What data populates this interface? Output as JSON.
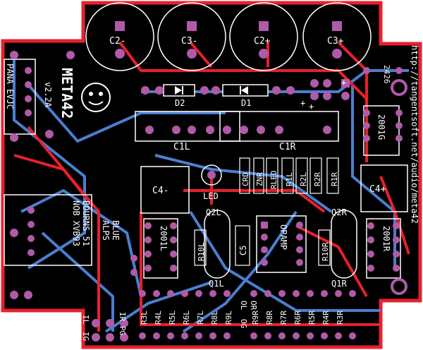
{
  "board": {
    "title": "META42",
    "version": "v2.2A",
    "url": "http://tangentsoft.net/audio/meta42",
    "colors": {
      "background": "#000000",
      "board_edge": "#e8202c",
      "top_trace": "#e8202c",
      "bottom_trace": "#4a7fd0",
      "pad": "#b05aa8",
      "silk": "#ffffff"
    }
  },
  "capacitors": {
    "c2_minus": "C2-",
    "c3_minus": "C3-",
    "c2_plus": "C2+",
    "c3_plus": "C3+"
  },
  "diodes": {
    "d1": "D1",
    "d2": "D2"
  },
  "cap_labels": {
    "c1l": "C1L",
    "c1r": "C1R",
    "c4_minus": "C4-",
    "c4_plus": "C4+",
    "c5": "C5"
  },
  "led": "LED",
  "resistors_top": [
    "CRD",
    "ZNR",
    "RLED",
    "R1L",
    "R2L",
    "R2R",
    "R1R"
  ],
  "transistors": {
    "q2l": "Q2L",
    "q2r": "Q2R",
    "q1l": "Q1L",
    "q1r": "Q1R"
  },
  "opamps": {
    "left": "2001L",
    "right": "2001R",
    "upper_g": "2001G",
    "ic_2426": "2426",
    "opamp": "OPAMP"
  },
  "resistors_vert": {
    "r10l": "R10L",
    "r10r": "R10R"
  },
  "resistors_bottom": [
    "R3L",
    "R4L",
    "R5L",
    "R6L",
    "R7L",
    "R8L",
    "R9L",
    "R9R",
    "R8R",
    "R7R",
    "R6R",
    "R5R",
    "R4R",
    "R3R"
  ],
  "io_labels": {
    "ol": "OL",
    "og": "OG",
    "or": "OR",
    "il": "IL",
    "ig": "IG",
    "ir": "IR",
    "pg": "PG"
  },
  "pots": {
    "pana": "PANA EVJC",
    "bourns_a": "BOURNS 51",
    "bourns_b": "NOB XVB93",
    "alps_a": "ALPS",
    "alps_b": "BLUE"
  },
  "plus_marks": [
    "+",
    "+",
    "+"
  ]
}
